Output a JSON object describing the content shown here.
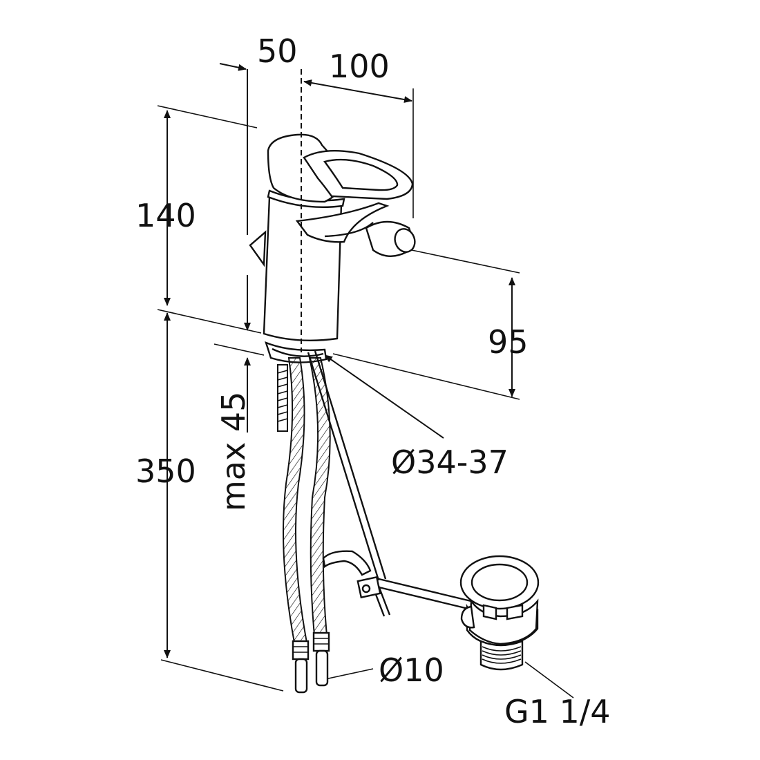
{
  "colors": {
    "line": "#111111",
    "background": "#ffffff"
  },
  "dimensions": {
    "d50": "50",
    "d100": "100",
    "d140": "140",
    "d95": "95",
    "max45": "max 45",
    "d350": "350",
    "dia3437": "Ø34-37",
    "dia10": "Ø10",
    "g114": "G1 1/4"
  }
}
